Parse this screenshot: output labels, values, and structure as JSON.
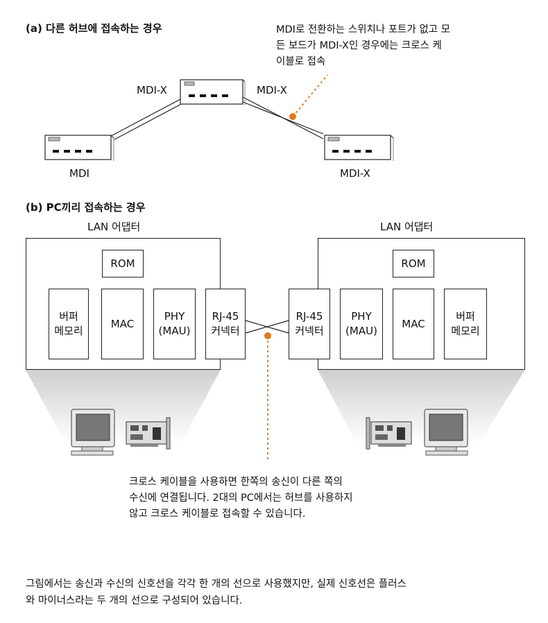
{
  "section_a": {
    "title": "(a) 다른 허브에 접속하는 경우",
    "note_lines": [
      "MDI로 전환하는 스위치나 포트가 없고 모",
      "든 보드가 MDI-X인 경우에는 크로스 케",
      "이블로 접속"
    ],
    "center_hub_left_label": "MDI-X",
    "center_hub_right_label": "MDI-X",
    "left_device_label": "MDI",
    "right_device_label": "MDI-X"
  },
  "section_b": {
    "title": "(b) PC끼리 접속하는 경우",
    "left_adapter": {
      "title": "LAN 어댑터",
      "rom": "ROM",
      "buffer": [
        "버퍼",
        "메모리"
      ],
      "mac": "MAC",
      "phy": [
        "PHY",
        "(MAU)"
      ],
      "rj45": [
        "RJ-45",
        "커넥터"
      ]
    },
    "right_adapter": {
      "title": "LAN 어댑터",
      "rom": "ROM",
      "buffer": [
        "버퍼",
        "메모리"
      ],
      "mac": "MAC",
      "phy": [
        "PHY",
        "(MAU)"
      ],
      "rj45": [
        "RJ-45",
        "커넥터"
      ]
    },
    "note_lines": [
      "크로스 케이블을 사용하면 한쪽의 송신이 다른 쪽의",
      "수신에 연결됩니다. 2대의 PC에서는 허브를 사용하지",
      "않고 크로스 케이블로 접속할 수 있습니다."
    ]
  },
  "caption_lines": [
    "그림에서는 송신과 수신의 신호선을 각각 한 개의 선으로 사용했지만, 실제 신호선은 플러스",
    "와 마이너스라는 두 개의 선으로 구성되어 있습니다."
  ],
  "colors": {
    "accent": "#e07a1e",
    "line": "#222222",
    "shadow": "#d8d8d8"
  }
}
